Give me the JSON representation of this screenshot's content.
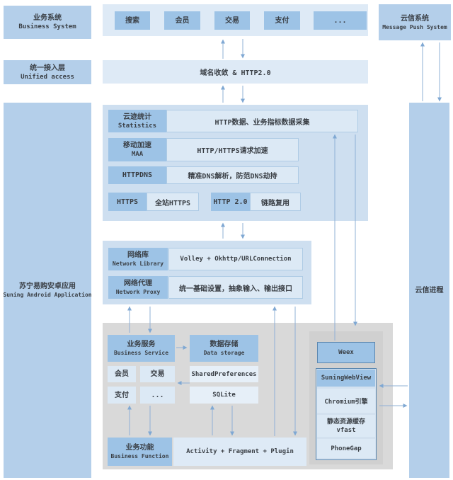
{
  "palette": {
    "medium_blue": "#9DC3E6",
    "soft_blue": "#B4CFEA",
    "light_strip": "#DEEAF6",
    "panel_blue": "#CEDFF0",
    "cell_blue": "#DCE9F5",
    "gray_panel": "#D9D9D9",
    "arrow_blue": "#7FA8D3"
  },
  "left_column": {
    "business_system": {
      "zh": "业务系统",
      "en": "Business System"
    },
    "unified_access": {
      "zh": "统一接入层",
      "en": "Unified access"
    },
    "android_app": {
      "zh": "苏宁易购安卓应用",
      "en": "Suning Android Application"
    }
  },
  "top_row": {
    "items": [
      "搜索",
      "会员",
      "交易",
      "支付",
      "..."
    ]
  },
  "right_column": {
    "message_push_system": {
      "zh": "云信系统",
      "en": "Message Push System"
    },
    "cloud_process": {
      "zh": "云信进程"
    }
  },
  "access_bar": {
    "label": "域名收敛 & HTTP2.0"
  },
  "cloud_services": {
    "rows": [
      {
        "zh": "云迹统计",
        "en": "Statistics",
        "desc": "HTTP数据、业务指标数据采集"
      },
      {
        "zh": "移动加速",
        "en": "MAA",
        "desc": "HTTP/HTTPS请求加速"
      },
      {
        "zh": "HTTPDNS",
        "desc": "精准DNS解析，防范DNS劫持"
      }
    ],
    "pairs": [
      {
        "label": "HTTPS",
        "desc": "全站HTTPS"
      },
      {
        "label": "HTTP 2.0",
        "desc": "链路复用"
      }
    ]
  },
  "network_layer": {
    "rows": [
      {
        "zh": "网络库",
        "en": "Network Library",
        "desc": "Volley + Okhttp/URLConnection"
      },
      {
        "zh": "网络代理",
        "en": "Network Proxy",
        "desc": "统一基础设置，抽象输入、输出接口"
      }
    ]
  },
  "runtime": {
    "business_service": {
      "zh": "业务服务",
      "en": "Business Service",
      "cells": [
        "会员",
        "交易",
        "支付",
        "..."
      ]
    },
    "data_storage": {
      "zh": "数据存储",
      "en": "Data storage",
      "cells": [
        "SharedPreferences",
        "SQLite"
      ]
    },
    "business_function": {
      "zh": "业务功能",
      "en": "Business Function"
    },
    "activity_container": {
      "label": "Activity + Fragment + Plugin"
    },
    "weex": {
      "label": "Weex"
    },
    "webview_stack": {
      "header": "SuningWebView",
      "cells": [
        "Chromium引擎",
        "静态资源缓存\nvfast",
        "PhoneGap"
      ]
    }
  }
}
